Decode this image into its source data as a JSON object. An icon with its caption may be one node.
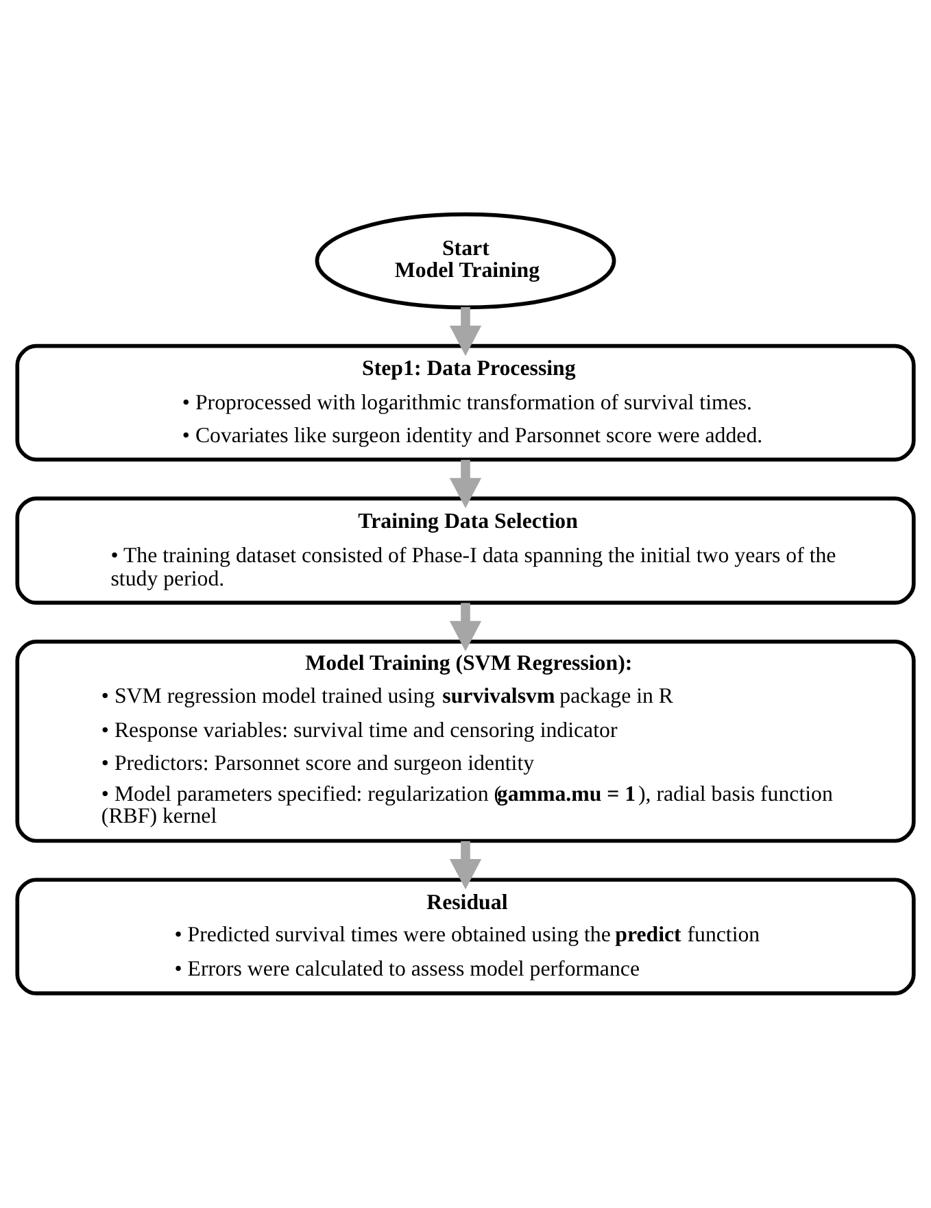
{
  "diagram": {
    "nodes": [
      {
        "text": [
          "Start Model Training"
        ]
      },
      {
        "text": [
          "Step1: Data Processing",
          "• Proprocessed with logarithmic transformation of survival times.",
          "• Covariates like surgeon identity and Parsonnet score were added."
        ]
      },
      {
        "text": [
          "Training Data Selection",
          "• The training dataset consisted of Phase-I data spanning the initial two years of the study period."
        ]
      },
      {
        "text": [
          "Model Training (SVM Regression):",
          "• SVM regression model trained using **survivalsvm** package in R",
          "• Response variables: survival time and censoring indicator",
          "• Predictors: Parsonnet score and surgeon identity",
          "• Model parameters specified: regularization (**gamma.mu = 1**), radial basis function (RBF) kernel"
        ]
      },
      {
        "text": [
          "Residual",
          "• Predicted survival times were obtained using the **predict** function",
          "• Errors were calculated to assess model performance"
        ]
      }
    ],
    "edges": [
      {
        "from": 0,
        "to": 1,
        "arrow": "to"
      },
      {
        "from": 1,
        "to": 2,
        "arrow": "to"
      },
      {
        "from": 2,
        "to": 3,
        "arrow": "to"
      },
      {
        "from": 3,
        "to": 4,
        "arrow": "to"
      }
    ]
  }
}
